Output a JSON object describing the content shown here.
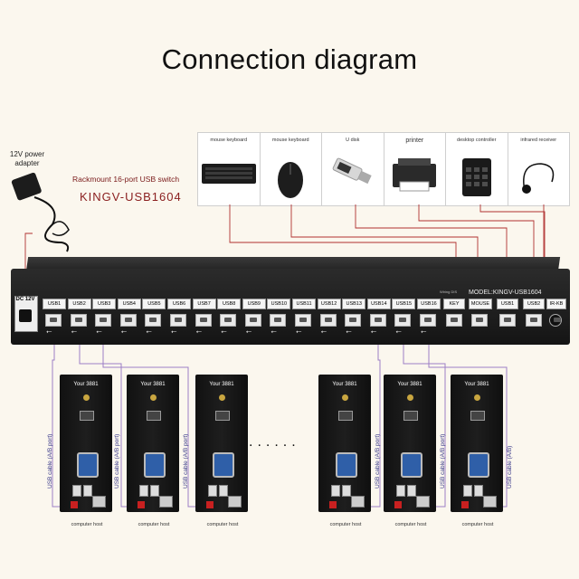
{
  "title": "Connection diagram",
  "power": {
    "label_line1": "12V power",
    "label_line2": "adapter"
  },
  "switch": {
    "caption": "Rackmount 16-port USB switch",
    "model": "KINGV-USB1604",
    "model_plate": "MODEL:KINGV-USB1604",
    "dc_label": "DC 12V",
    "ports": [
      "USB1",
      "USB2",
      "USB3",
      "USB4",
      "USB5",
      "USB6",
      "USB7",
      "USB8",
      "USB9",
      "USB10",
      "USB11",
      "USB12",
      "USB13",
      "USB14",
      "USB15",
      "USB16"
    ],
    "panel_ports": [
      "KEY",
      "MOUSE",
      "USB1",
      "USB2",
      "IR-KB"
    ],
    "wiring_note": "Wiring DIS"
  },
  "devices": [
    "mouse keyboard",
    "mouse keyboard",
    "U disk",
    "printer",
    "desktop controller",
    "infrared receiver"
  ],
  "hosts": {
    "top_label": "Your 3881",
    "caption": "computer host",
    "cable_label": "USB cable (A/B port)",
    "cable_label_short": "USB cable (A/B)",
    "ellipsis": "......"
  }
}
